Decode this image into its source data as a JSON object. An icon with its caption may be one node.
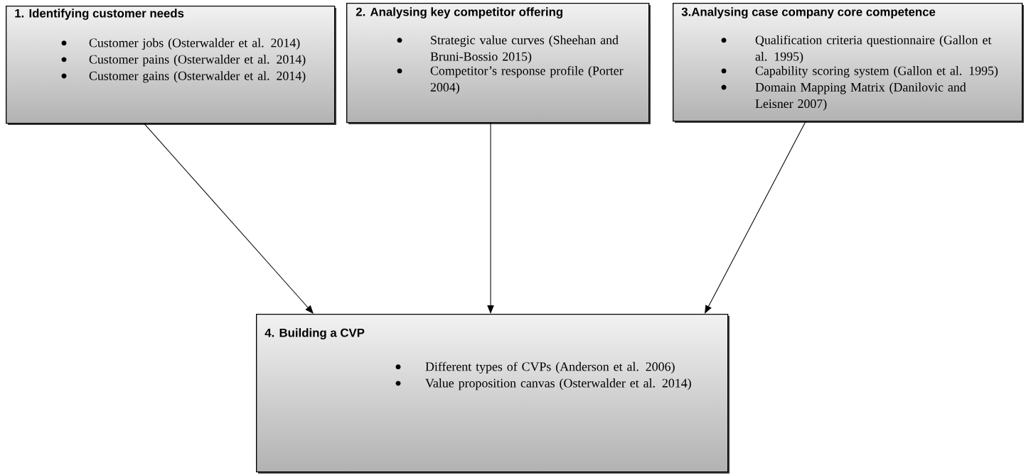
{
  "diagram": {
    "nodes": [
      {
        "text": [
          "1. Identifying customer needs",
          "Customer jobs (Osterwalder et al. 2014)",
          "Customer pains (Osterwalder et al. 2014)",
          "Customer gains (Osterwalder et al. 2014)"
        ]
      },
      {
        "text": [
          "2. Analysing key competitor offering",
          "Strategic value curves (Sheehan and Bruni-Bossio 2015)",
          "Competitor’s response profile (Porter 2004)"
        ]
      },
      {
        "text": [
          "3.Analysing case company core competence",
          "Qualification criteria questionnaire (Gallon et al. 1995)",
          "Capability scoring system (Gallon et al. 1995)",
          "Domain Mapping Matrix (Danilovic and Leisner 2007)"
        ]
      },
      {
        "text": [
          "4. Building a CVP",
          "Different types of CVPs (Anderson et al. 2006)",
          "Value proposition canvas (Osterwalder et al. 2014)"
        ]
      }
    ],
    "edges": [
      {
        "from": 0,
        "to": 3,
        "arrow": "to"
      },
      {
        "from": 1,
        "to": 3,
        "arrow": "to"
      },
      {
        "from": 2,
        "to": 3,
        "arrow": "to"
      }
    ]
  }
}
